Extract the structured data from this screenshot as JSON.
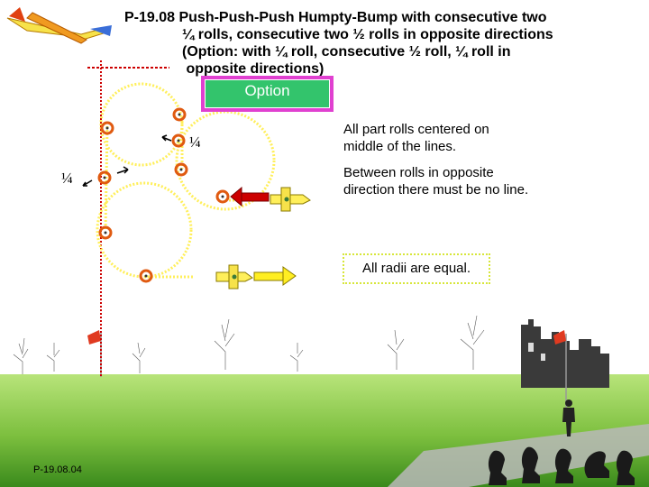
{
  "title_lines": [
    "P-19.08 Push-Push-Push Humpty-Bump with consecutive two",
    "¼ rolls, consecutive two ½ rolls in opposite directions",
    "(Option: with ¼ roll, consecutive ½ roll, ¼ roll in",
    " opposite directions)"
  ],
  "option_label": "Option",
  "notes": {
    "centered": [
      "All part rolls centered on",
      "middle of the lines."
    ],
    "no_line": [
      "Between rolls in opposite",
      "direction there must be no line."
    ],
    "radii": "All radii are equal."
  },
  "roll_labels": {
    "left": "¼",
    "right": "¼"
  },
  "footer_code": "P-19.08.04",
  "colors": {
    "sky": "#ffffff",
    "grass_far": "#aee06a",
    "grass_near": "#3f8c1d",
    "path_line": "#ffff66",
    "path_line_dark": "#e6e04d",
    "roll_marker": "#e05a10",
    "entry_line": "#cc0000",
    "option_border": "#e040d0",
    "option_fill": "#33c46c",
    "arrow_entry": "#cc0000",
    "arrow_exit": "#ffee22"
  },
  "icons": [
    "aircraft-icon",
    "flag-icon",
    "judges-icon",
    "tree-icon",
    "castle-icon",
    "pilot-icon"
  ]
}
